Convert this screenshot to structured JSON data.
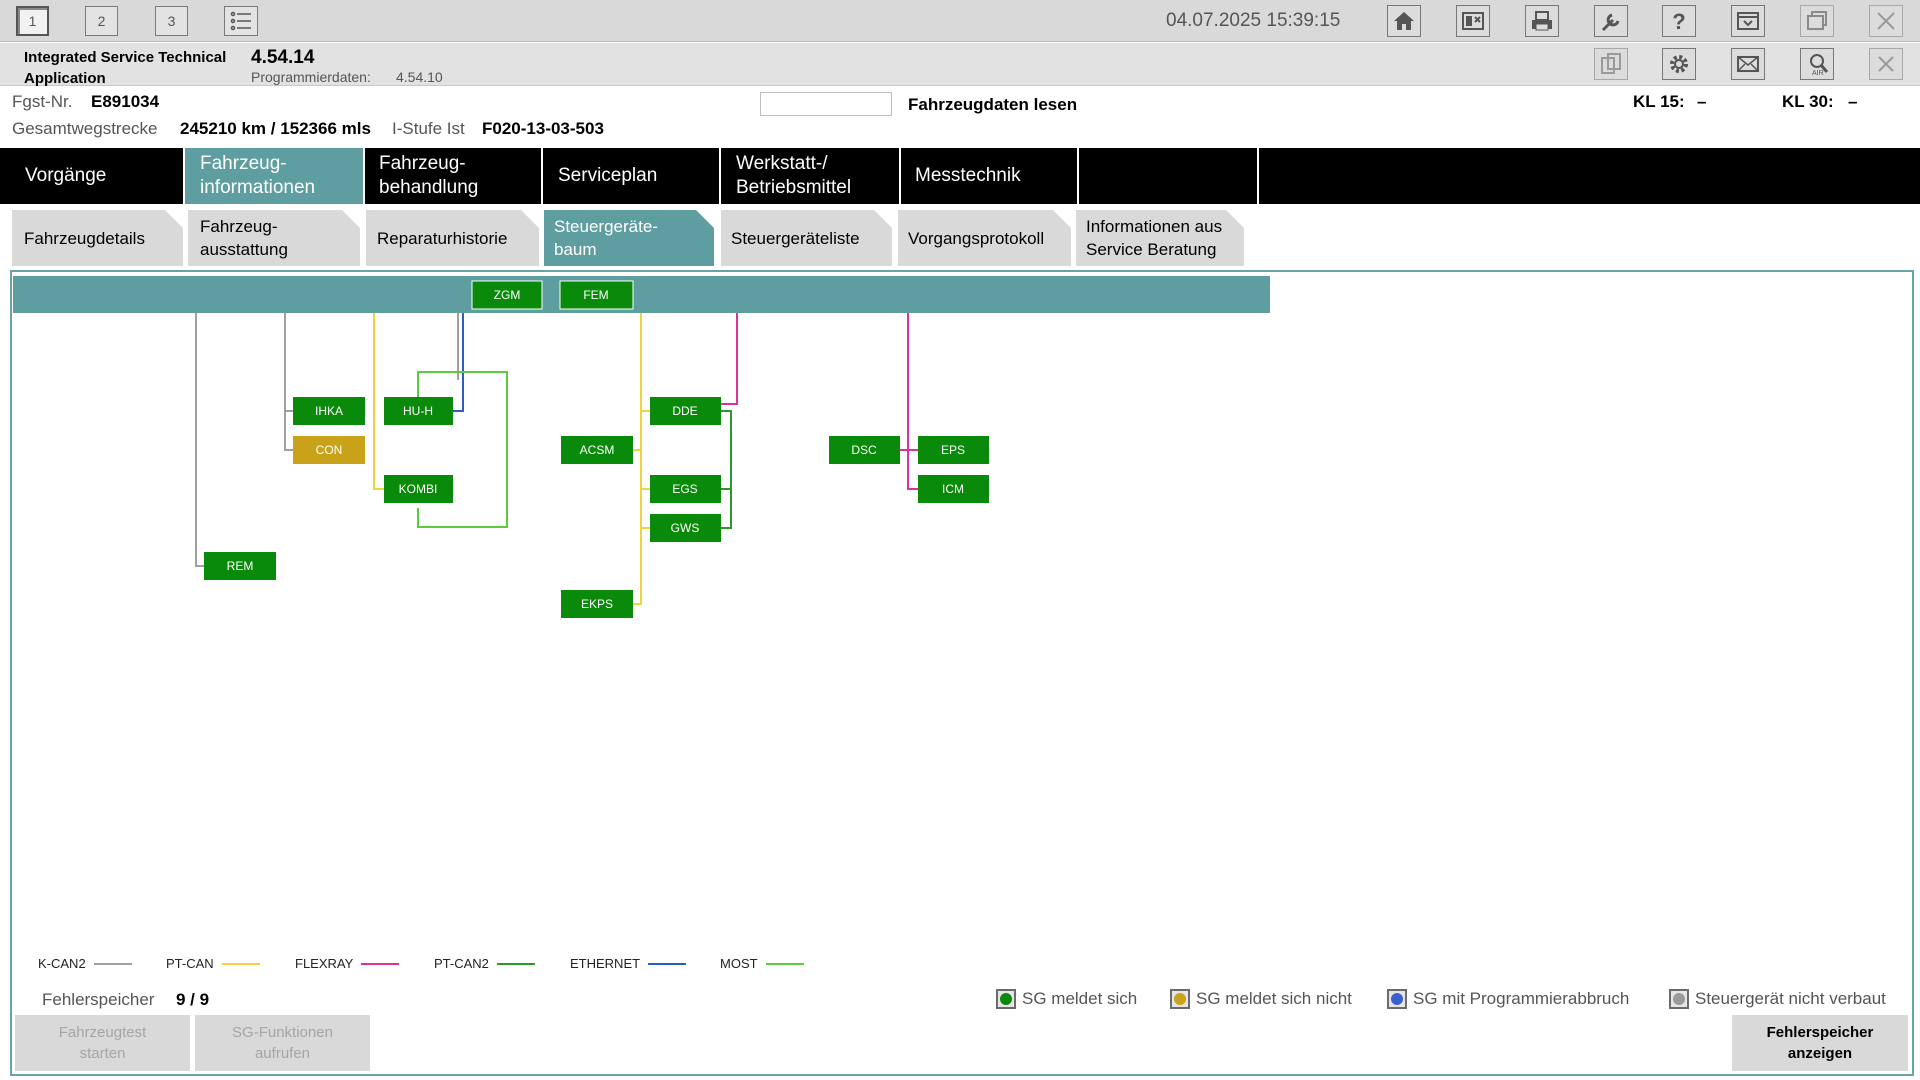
{
  "toolbar": {
    "tabs": [
      "1",
      "2",
      "3"
    ],
    "datetime": "04.07.2025 15:39:15",
    "icons": [
      "list-icon",
      "home-icon",
      "print-preview-icon",
      "printer-icon",
      "wrench-icon",
      "help-icon",
      "dropdown-window-icon",
      "restore-window-icon",
      "close-icon",
      "copy-doc-icon",
      "settings-icon",
      "mail-icon",
      "air-search-icon",
      "close-icon"
    ]
  },
  "app": {
    "name": "Integrated Service Technical Application",
    "version": "4.54.14",
    "prog_label": "Programmierdaten:",
    "prog_value": "4.54.10"
  },
  "vehicle": {
    "fgst_label": "Fgst-Nr.",
    "fgst_value": "E891034",
    "distance_label": "Gesamtwegstrecke",
    "distance_value": "245210 km / 152366 mls",
    "istufe_label": "I-Stufe Ist",
    "istufe_value": "F020-13-03-503",
    "read_label": "Fahrzeugdaten lesen",
    "kl15_label": "KL 15:",
    "kl15_value": "–",
    "kl30_label": "KL 30:",
    "kl30_value": "–"
  },
  "main_tabs": [
    {
      "label": "Vorgänge"
    },
    {
      "label": "Fahrzeug-\ninformationen",
      "active": true
    },
    {
      "label": "Fahrzeug-\nbehandlung"
    },
    {
      "label": "Serviceplan"
    },
    {
      "label": "Werkstatt-/\nBetriebsmittel"
    },
    {
      "label": "Messtechnik"
    },
    {
      "label": ""
    }
  ],
  "sub_tabs": [
    {
      "label": "Fahrzeugdetails"
    },
    {
      "label": "Fahrzeug-\nausstattung"
    },
    {
      "label": "Reparaturhistorie"
    },
    {
      "label": "Steuergeräte-\nbaum",
      "active": true
    },
    {
      "label": "Steuergeräteliste"
    },
    {
      "label": "Vorgangsprotokoll"
    },
    {
      "label": "Informationen aus\nService Beratung"
    }
  ],
  "ecus": {
    "zgm": "ZGM",
    "fem": "FEM",
    "ihka": "IHKA",
    "con": "CON",
    "rem": "REM",
    "huh": "HU-H",
    "kombi": "KOMBI",
    "acsm": "ACSM",
    "ekps": "EKPS",
    "dde": "DDE",
    "egs": "EGS",
    "gws": "GWS",
    "dsc": "DSC",
    "eps": "EPS",
    "icm": "ICM"
  },
  "colors": {
    "ecu_ok": "#0a8a0a",
    "ecu_no_response": "#c9a21a",
    "bus_bar": "#5f9ea0",
    "k_can2": "#a0a0a0",
    "pt_can": "#f2d33a",
    "flexray": "#e0309a",
    "pt_can2": "#2a9a2a",
    "ethernet": "#2b5fc0",
    "most": "#5ccc3c"
  },
  "legend": [
    {
      "label": "K-CAN2",
      "color": "#a0a0a0"
    },
    {
      "label": "PT-CAN",
      "color": "#f2d33a"
    },
    {
      "label": "FLEXRAY",
      "color": "#e0309a"
    },
    {
      "label": "PT-CAN2",
      "color": "#2a9a2a"
    },
    {
      "label": "ETHERNET",
      "color": "#2b5fc0"
    },
    {
      "label": "MOST",
      "color": "#5ccc3c"
    }
  ],
  "fehlerspeicher": {
    "label": "Fehlerspeicher",
    "value": "9 / 9"
  },
  "status_legend": [
    {
      "label": "SG meldet sich",
      "color": "#0a8a0a"
    },
    {
      "label": "SG meldet sich nicht",
      "color": "#c9a21a"
    },
    {
      "label": "SG mit Programmierabbruch",
      "color": "#3a5fd0"
    },
    {
      "label": "Steuergerät nicht verbaut",
      "color": "#9a9a9a"
    }
  ],
  "buttons": {
    "test": "Fahrzeugtest\nstarten",
    "sg_func": "SG-Funktionen\naufrufen",
    "show_errors": "Fehlerspeicher\nanzeigen"
  }
}
